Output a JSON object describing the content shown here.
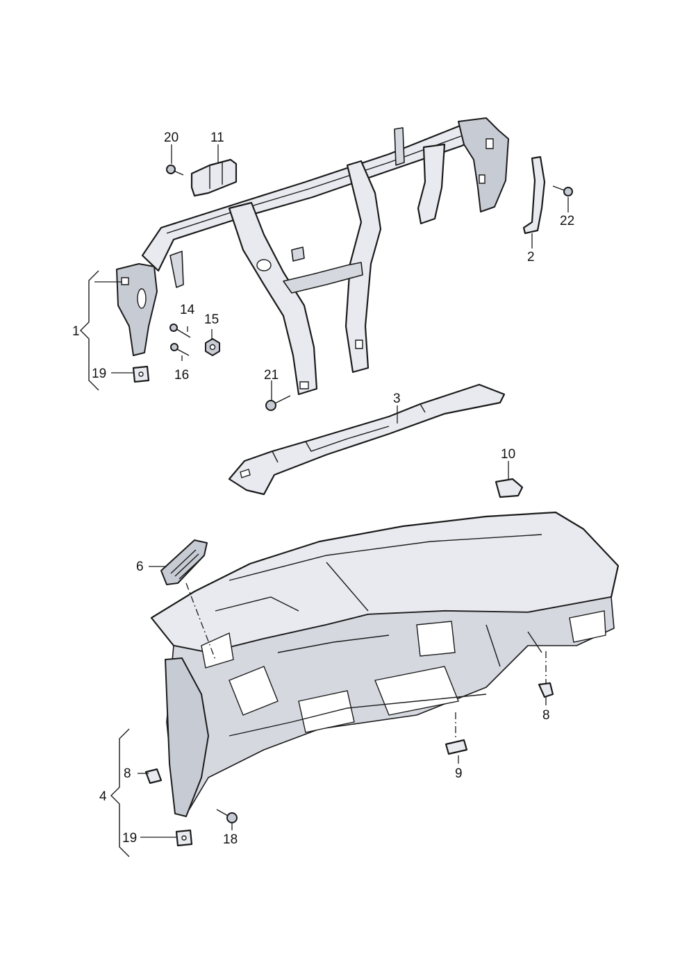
{
  "callouts": {
    "c1": "1",
    "c2": "2",
    "c3": "3",
    "c4": "4",
    "c6": "6",
    "c8a": "8",
    "c8b": "8",
    "c9": "9",
    "c10": "10",
    "c11": "11",
    "c14": "14",
    "c15": "15",
    "c16": "16",
    "c18": "18",
    "c19a": "19",
    "c19b": "19",
    "c20": "20",
    "c21": "21",
    "c22": "22"
  }
}
